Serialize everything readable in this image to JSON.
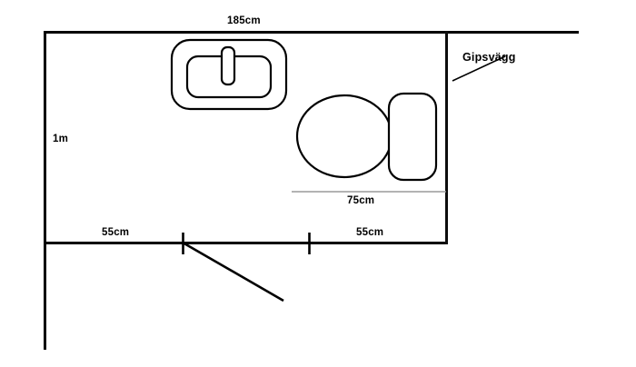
{
  "drawing": {
    "title": "Bathroom floor plan",
    "background_color": "#ffffff",
    "line_color": "#000000",
    "dimension_light_color": "#9a9a9a"
  },
  "dimensions": {
    "top_width": "185cm",
    "left_height": "1m",
    "toilet_width": "75cm",
    "bottom_left_segment": "55cm",
    "bottom_right_segment": "55cm"
  },
  "annotations": {
    "partition_wall": "Gipsvägg"
  },
  "fixtures": {
    "sink": "sink",
    "sink_basin": "sink-basin",
    "sink_faucet": "sink-faucet",
    "toilet_bowl": "toilet-bowl",
    "toilet_tank": "toilet-tank"
  },
  "elements": {
    "top_wall": "top-wall",
    "left_wall": "left-wall",
    "bottom_wall": "bottom-wall",
    "partition_wall_line": "partition-wall",
    "door_swing": "door-swing-line",
    "tick_left": "door-tick-left",
    "tick_right": "door-tick-right",
    "leader": "gipsvagg-leader-line"
  }
}
